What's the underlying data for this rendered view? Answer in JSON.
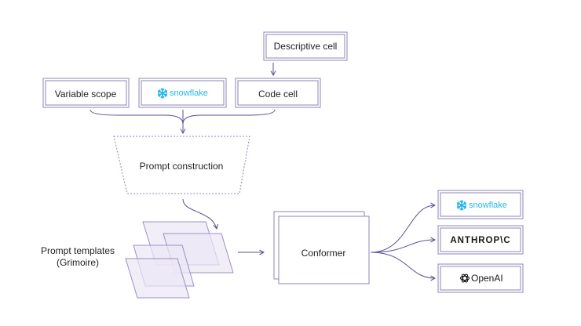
{
  "nodes": {
    "descriptive_cell": "Descriptive cell",
    "variable_scope": "Variable scope",
    "code_cell": "Code cell",
    "prompt_construction": "Prompt construction",
    "prompt_templates_line1": "Prompt templates",
    "prompt_templates_line2": "(Grimoire)",
    "conformer": "Conformer"
  },
  "logos": {
    "snowflake_top": "snowflake",
    "snowflake_right": "snowflake",
    "anthropic": "ANTHROP\\C",
    "openai": "OpenAI"
  },
  "colors": {
    "border": "#8f86b8",
    "connector": "#5a4f94",
    "template_sheet": "#ece7f5",
    "snowflake_brand": "#29b5e8"
  }
}
